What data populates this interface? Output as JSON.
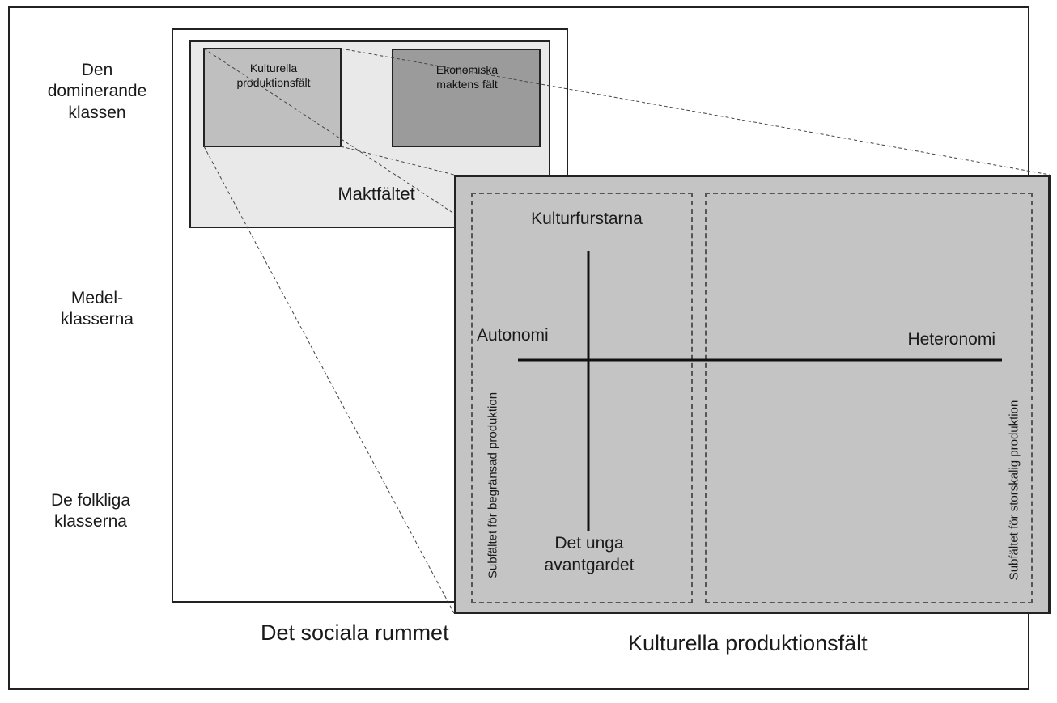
{
  "diagram": {
    "class_labels": {
      "dominant": [
        "Den",
        "dominerande",
        "klassen"
      ],
      "middle": [
        "Medel-",
        "klasserna"
      ],
      "popular": [
        "De folkliga",
        "klasserna"
      ]
    },
    "social_space": {
      "caption": "Det sociala rummet"
    },
    "field_of_power": {
      "label": "Maktfältet",
      "cultural_field": [
        "Kulturella",
        "produktionsfält"
      ],
      "economic_field": [
        "Ekonomiska",
        "maktens fält"
      ]
    },
    "cultural_production": {
      "caption": "Kulturella produktionsfält",
      "top": "Kulturfurstarna",
      "bottom": [
        "Det unga",
        "avantgardet"
      ],
      "left_pole": "Autonomi",
      "right_pole": "Heteronomi",
      "subfield_left": "Subfältet för begränsad produktion",
      "subfield_right": "Subfältet för storskalig produktion"
    }
  },
  "colors": {
    "field_of_power_bg": "#e9e9e9",
    "cultural_small_bg": "#bfbfbf",
    "economic_bg": "#9b9b9b",
    "cultural_big_bg": "#c4c4c4",
    "border": "#222222"
  }
}
